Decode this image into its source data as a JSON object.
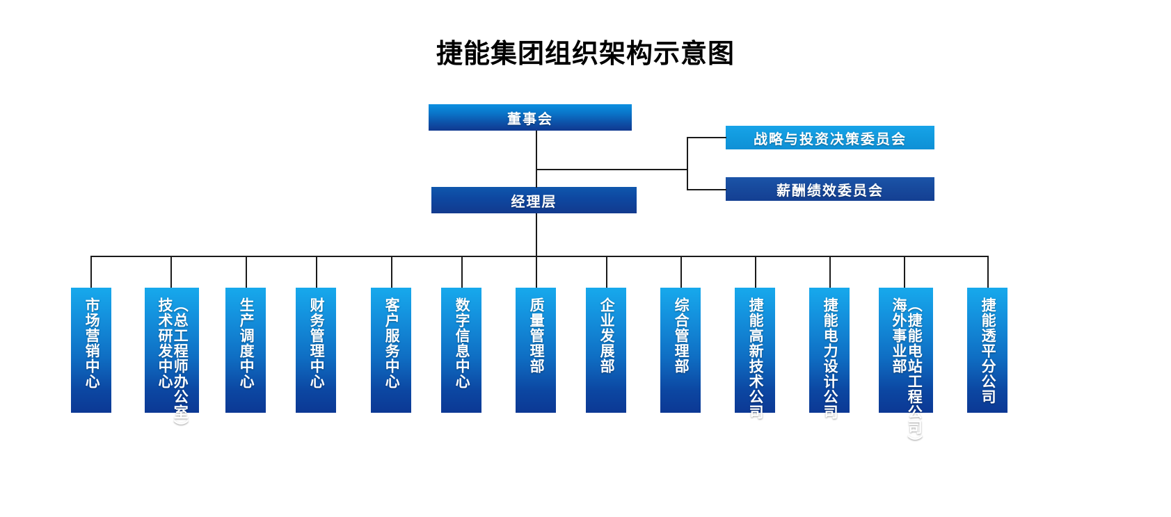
{
  "title": "捷能集团组织架构示意图",
  "colors": {
    "board_top": "#0b8fe0",
    "board_bottom": "#10388f",
    "committee_light": "#119ade",
    "committee_dark": "#17499c",
    "dept_top": "#17a9ec",
    "dept_bottom": "#0c3894",
    "connector": "#1a1a1a",
    "background": "#ffffff",
    "text": "#ffffff",
    "title_text": "#000000"
  },
  "top_nodes": {
    "board": {
      "label": "董事会"
    },
    "management": {
      "label": "经理层"
    }
  },
  "committees": [
    {
      "label": "战略与投资决策委员会",
      "style": "light"
    },
    {
      "label": "薪酬绩效委员会",
      "style": "dark"
    }
  ],
  "departments": [
    {
      "lines": [
        "市场营销中心"
      ]
    },
    {
      "lines": [
        "（总工程师办公室）",
        "技术研发中心"
      ]
    },
    {
      "lines": [
        "生产调度中心"
      ]
    },
    {
      "lines": [
        "财务管理中心"
      ]
    },
    {
      "lines": [
        "客户服务中心"
      ]
    },
    {
      "lines": [
        "数字信息中心"
      ]
    },
    {
      "lines": [
        "质量管理部"
      ]
    },
    {
      "lines": [
        "企业发展部"
      ]
    },
    {
      "lines": [
        "综合管理部"
      ]
    },
    {
      "lines": [
        "捷能高新技术公司"
      ]
    },
    {
      "lines": [
        "捷能电力设计公司"
      ]
    },
    {
      "lines": [
        "（捷能电站工程公司）",
        "海外事业部"
      ]
    },
    {
      "lines": [
        "捷能透平分公司"
      ]
    }
  ]
}
